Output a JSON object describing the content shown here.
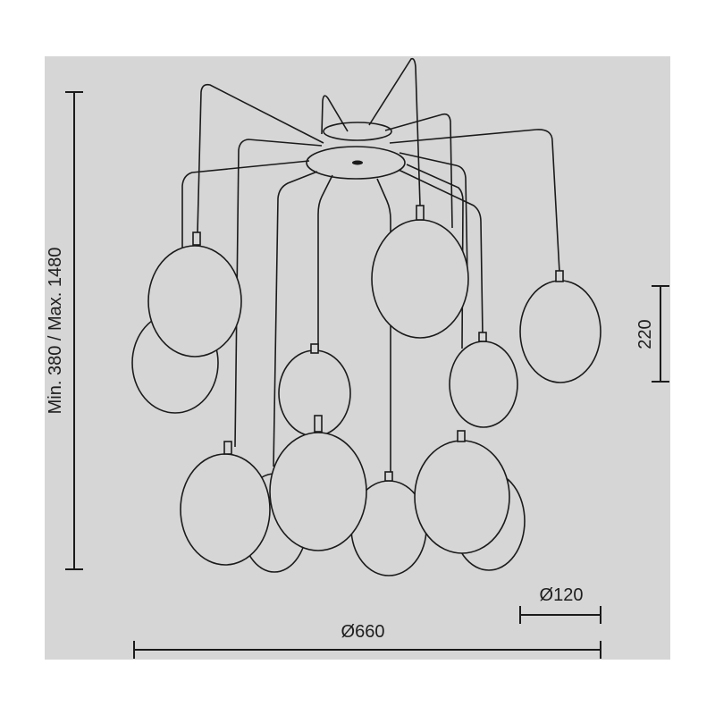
{
  "background_color": "#d6d6d6",
  "line_color": "#1b1b1b",
  "dimensions": {
    "height": "Min. 380 / Max. 1480",
    "shade_height": "220",
    "shade_diameter": "Ø120",
    "overall_diameter": "Ø660"
  }
}
